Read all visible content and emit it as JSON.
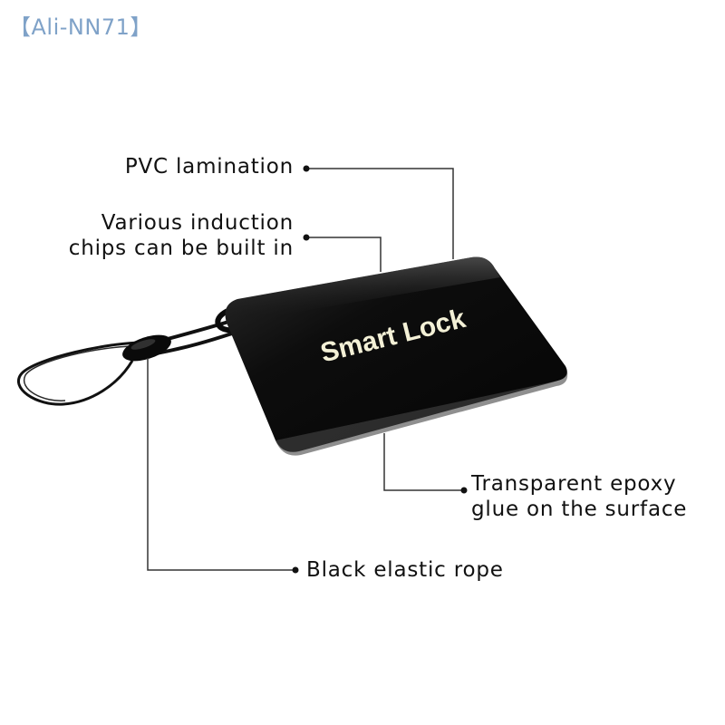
{
  "watermark": {
    "text": "【Ali-NN71】",
    "color": "#7fa2c8"
  },
  "product": {
    "card_text": "Smart Lock",
    "card_color": "#0a0a0a",
    "card_text_color": "#f3f0d6"
  },
  "callouts": {
    "pvc": {
      "text": "PVC lamination"
    },
    "chips": {
      "line1": "Various induction",
      "line2": "chips can be built in"
    },
    "epoxy": {
      "line1": "Transparent epoxy",
      "line2": "glue on the surface"
    },
    "rope": {
      "text": "Black elastic rope"
    }
  },
  "colors": {
    "text": "#111111",
    "leader": "#333333"
  }
}
